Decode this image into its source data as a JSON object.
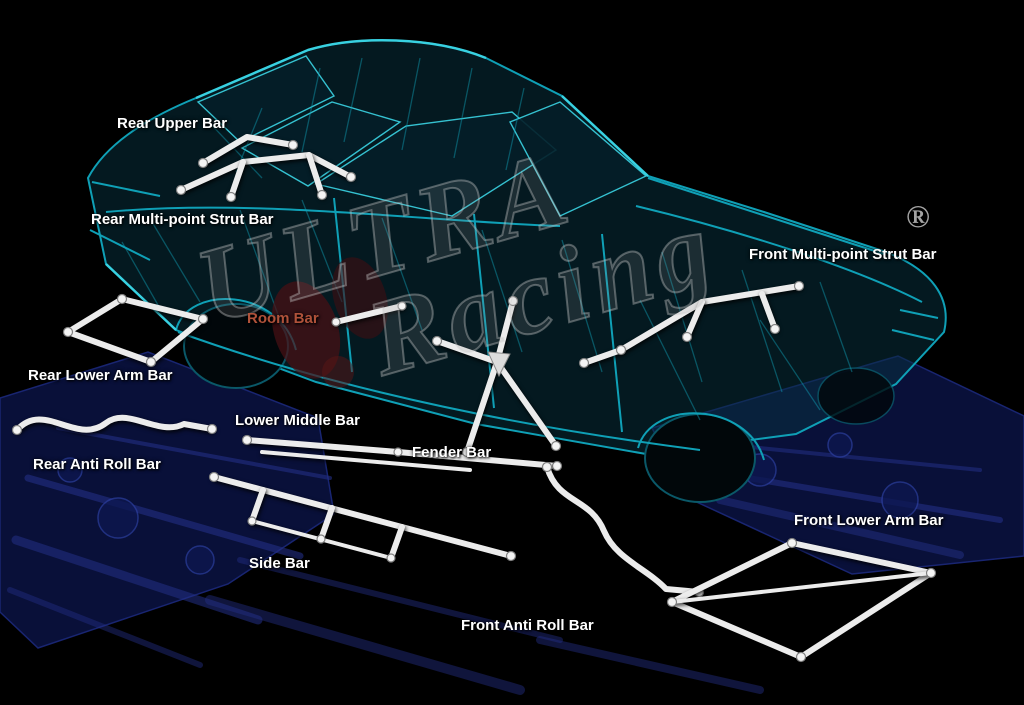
{
  "watermark": {
    "line1": "ULTRA",
    "line2": "Racing",
    "registered_mark": "®"
  },
  "labels": [
    {
      "part": "rear-upper-bar",
      "text": "Rear Upper Bar"
    },
    {
      "part": "rear-multi-point-strut-bar",
      "text": "Rear Multi-point Strut Bar"
    },
    {
      "part": "front-multi-point-strut-bar",
      "text": "Front Multi-point Strut Bar"
    },
    {
      "part": "room-bar",
      "text": "Room Bar"
    },
    {
      "part": "rear-lower-arm-bar",
      "text": "Rear Lower Arm Bar"
    },
    {
      "part": "lower-middle-bar",
      "text": "Lower Middle Bar"
    },
    {
      "part": "fender-bar",
      "text": "Fender Bar"
    },
    {
      "part": "rear-anti-roll-bar",
      "text": "Rear Anti Roll Bar"
    },
    {
      "part": "side-bar",
      "text": "Side Bar"
    },
    {
      "part": "front-anti-roll-bar",
      "text": "Front Anti Roll Bar"
    },
    {
      "part": "front-lower-arm-bar",
      "text": "Front Lower Arm Bar"
    }
  ],
  "colors": {
    "background": "#000000",
    "label_text": "#ffffff",
    "room_bar_label": "#b0523a",
    "bar_white": "#ececec",
    "car_wireframe": "#0fa0b6",
    "car_wireframe_bright": "#3bd4e4",
    "chassis_blue": "#0a1240",
    "watermark_grey": "#9b9b9b"
  }
}
